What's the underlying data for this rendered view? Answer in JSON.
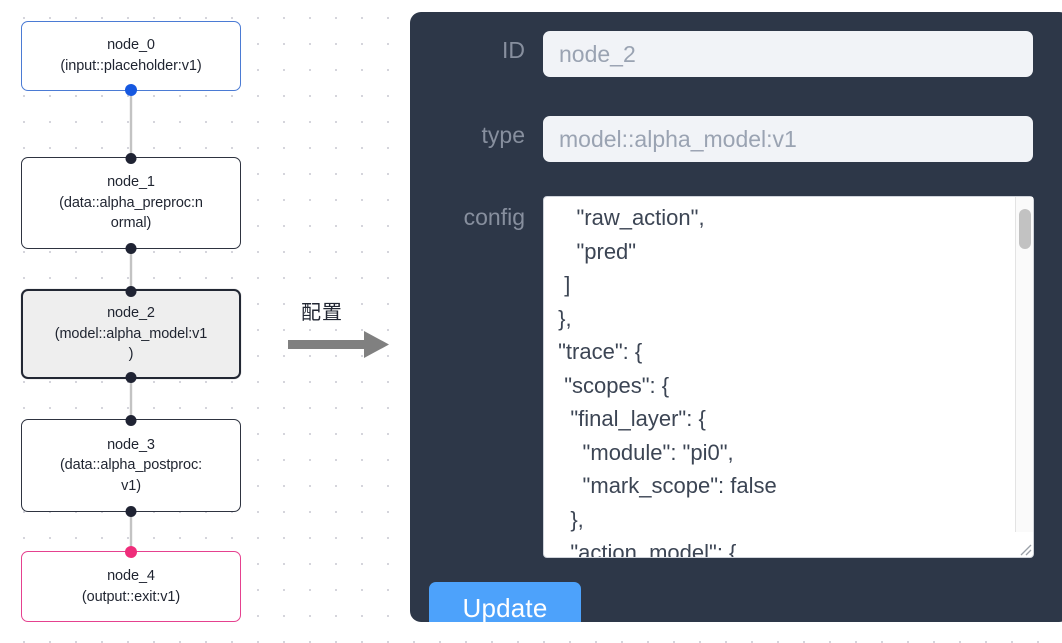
{
  "graph": {
    "nodes": [
      {
        "id": "node_0",
        "title": "node_0",
        "subtitle": "(input::placeholder:v1)",
        "kind": "input",
        "port_color": "#1658e0",
        "border_color": "#4b7bd4"
      },
      {
        "id": "node_1",
        "title": "node_1",
        "subtitle_line1": "(data::alpha_preproc:n",
        "subtitle_line2": "ormal)",
        "kind": "plain",
        "border_color": "#2e3340"
      },
      {
        "id": "node_2",
        "title": "node_2",
        "subtitle_line1": "(model::alpha_model:v1",
        "subtitle_line2": ")",
        "kind": "selected",
        "border_color": "#222733",
        "fill_color": "#eeeeee"
      },
      {
        "id": "node_3",
        "title": "node_3",
        "subtitle_line1": "(data::alpha_postproc:",
        "subtitle_line2": "v1)",
        "kind": "plain",
        "border_color": "#2e3340"
      },
      {
        "id": "node_4",
        "title": "node_4",
        "subtitle": "(output::exit:v1)",
        "kind": "output",
        "port_color": "#ef2d7a",
        "border_color": "#e5418f"
      }
    ],
    "edge_color": "#c3c3c3",
    "port_color": "#1f2333"
  },
  "annotation": {
    "label": "配置",
    "arrow_color": "#808080"
  },
  "panel": {
    "background": "#2d3748",
    "fields": {
      "id": {
        "label": "ID",
        "value": "node_2",
        "placeholder": "node_2"
      },
      "type": {
        "label": "type",
        "value": "model::alpha_model:v1",
        "placeholder": "model::alpha_model:v1"
      },
      "config": {
        "label": "config",
        "value": "    \"raw_action\",\n    \"pred\"\n  ]\n },\n \"trace\": {\n  \"scopes\": {\n   \"final_layer\": {\n     \"module\": \"pi0\",\n     \"mark_scope\": false\n   },\n   \"action_model\": {"
      }
    },
    "update_button": {
      "label": "Update",
      "color": "#4da2fb"
    },
    "scrollbar": {
      "thumb_color": "#c2c2c2",
      "position": "near-top"
    }
  }
}
